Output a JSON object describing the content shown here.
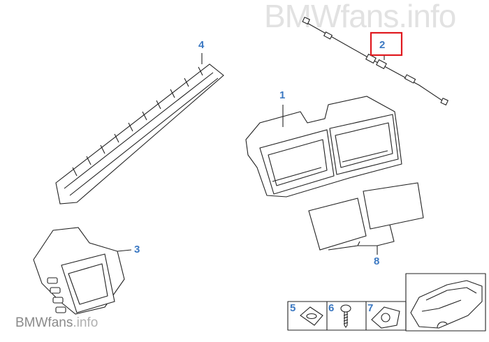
{
  "watermark": {
    "top": "BMWfans.info",
    "bottom_brand": "BMWfans",
    "bottom_suffix": ".info"
  },
  "callouts": [
    {
      "label": "1",
      "part": "center-vent-assembly"
    },
    {
      "label": "2",
      "part": "cable",
      "highlighted": true
    },
    {
      "label": "3",
      "part": "side-vent"
    },
    {
      "label": "4",
      "part": "defroster-nozzle"
    },
    {
      "label": "5",
      "part": "clip-nut"
    },
    {
      "label": "6",
      "part": "screw"
    },
    {
      "label": "7",
      "part": "clip"
    },
    {
      "label": "8",
      "part": "foam-pads"
    }
  ],
  "colors": {
    "callout": "#3b78c2",
    "highlight": "#e0191f"
  }
}
